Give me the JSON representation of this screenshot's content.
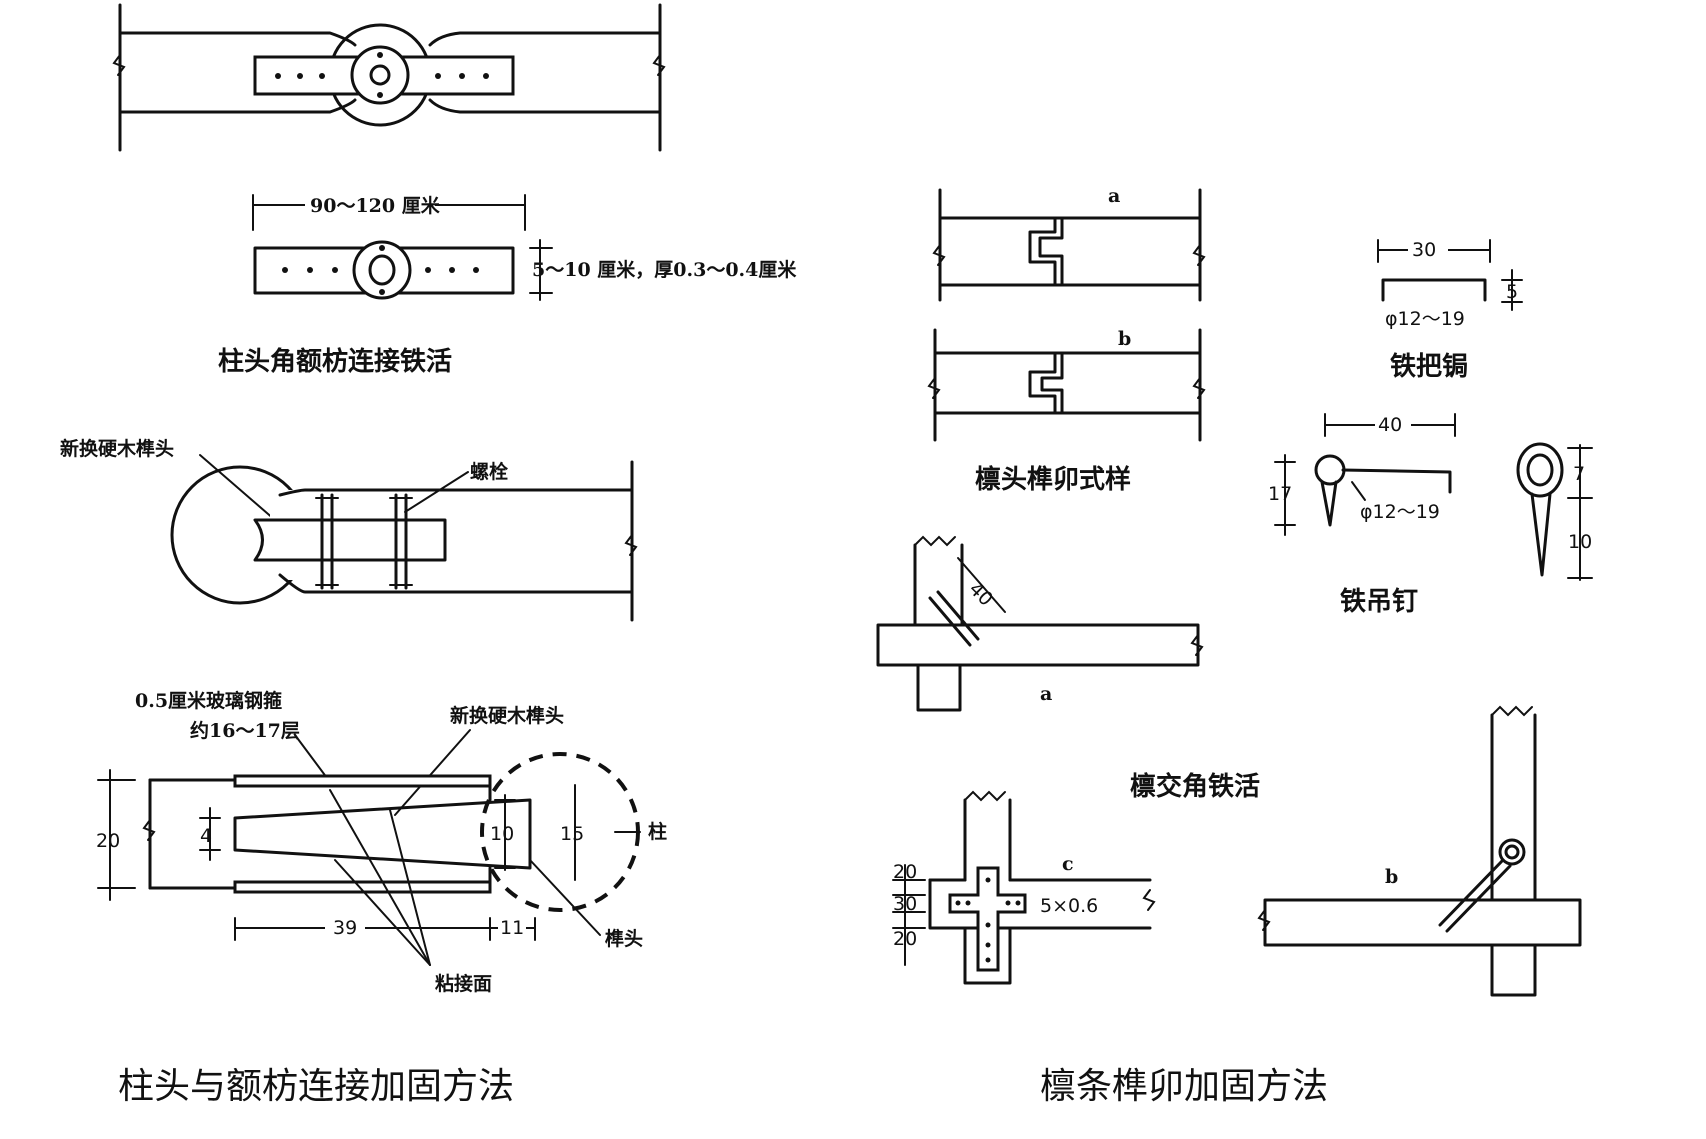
{
  "left_panel": {
    "caption": "柱头与额枋连接加固方法",
    "fig1": {
      "title": "柱头角额枋连接铁活",
      "dim_length": "90～120 厘米",
      "dim_thickness": "5～10 厘米，厚0.3～0.4厘米"
    },
    "fig2": {
      "label_new_tenon": "新换硬木榫头",
      "label_bolt": "螺栓"
    },
    "fig3": {
      "label_wrap": "0.5厘米玻璃钢箍",
      "label_wrap_layers": "约16～17层",
      "label_new_tenon": "新换硬木榫头",
      "label_column": "柱",
      "label_tenon": "榫头",
      "label_glue": "粘接面",
      "dim_20": "20",
      "dim_4": "4",
      "dim_10": "10",
      "dim_15": "15",
      "dim_39": "39",
      "dim_11": "11"
    }
  },
  "right_panel": {
    "caption": "檩条榫卯加固方法",
    "tenon_forms": {
      "title": "檩头榫卯式样",
      "label_a": "a",
      "label_b": "b"
    },
    "iron_clamp": {
      "title": "铁把锔",
      "dim_30": "30",
      "dim_5": "5",
      "dim_dia": "φ12～19"
    },
    "iron_nail": {
      "title": "铁吊钉",
      "dim_40": "40",
      "dim_17": "17",
      "dim_dia": "φ12～19",
      "dim_7": "7",
      "dim_10": "10"
    },
    "intersection": {
      "title": "檩交角铁活",
      "label_a": "a",
      "label_b": "b",
      "label_c": "c",
      "dim_40": "40",
      "dim_20a": "20",
      "dim_30": "30",
      "dim_20b": "20",
      "dim_plate": "5×0.6"
    }
  }
}
